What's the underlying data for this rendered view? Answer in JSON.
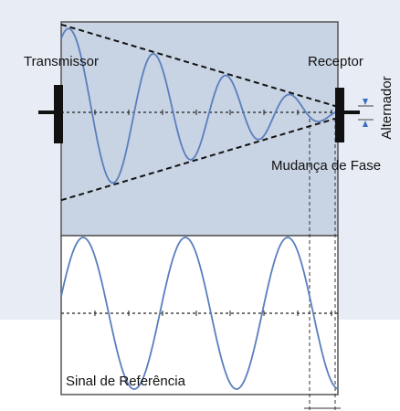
{
  "labels": {
    "transmitter": "Transmissor",
    "receiver": "Receptor",
    "phase_shift": "Mudança de Fase",
    "reference_signal": "Sinal de Referência",
    "alternator": "Alternador"
  },
  "colors": {
    "panel_top": "#c8d3e3",
    "panel_bottom": "#ffffff",
    "wave": "#5a7fbe",
    "envelope": "#111111",
    "axis": "#222222",
    "guide": "#333333",
    "border": "#555555",
    "alternator_arrow": "#3a6fc0"
  },
  "icons": {
    "transmitter": "transmitter-plate-icon",
    "receiver": "receiver-plate-icon",
    "alternator": "double-arrow-icon"
  }
}
